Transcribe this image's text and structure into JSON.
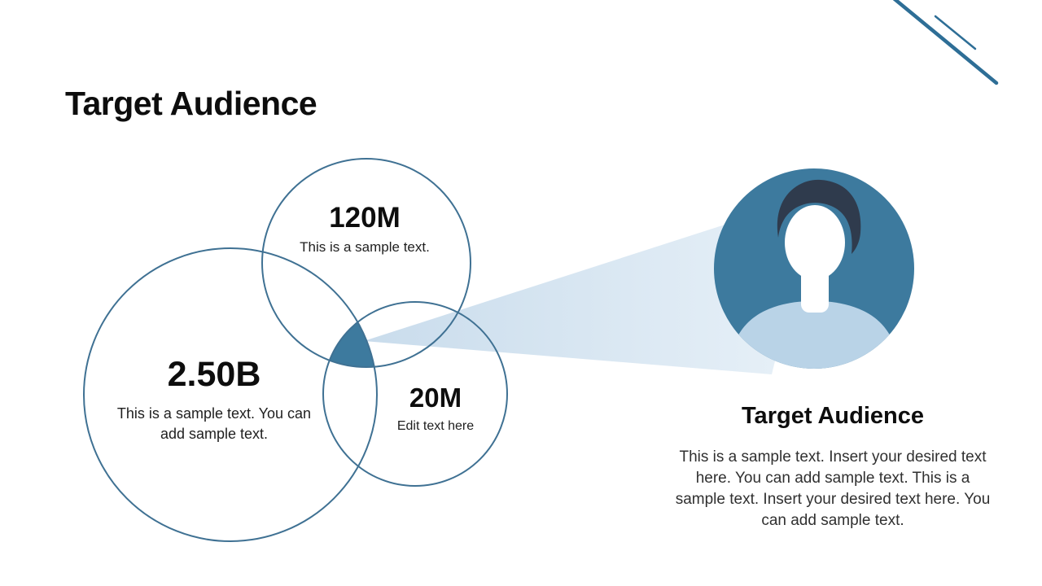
{
  "title": "Target Audience",
  "venn": {
    "top": {
      "value": "120M",
      "caption": "This is a sample text."
    },
    "left": {
      "value": "2.50B",
      "caption": "This is a sample text. You can add sample text."
    },
    "right": {
      "value": "20M",
      "caption": "Edit text here"
    }
  },
  "audience": {
    "heading": "Target Audience",
    "body": "This is a sample text. Insert your desired text here. You can add sample text. This is a sample text. Insert your desired text here. You can add sample text."
  },
  "icons": {
    "avatar": "person-avatar-icon",
    "decoration": "diagonal-lines-decoration"
  },
  "colors": {
    "accent": "#3d7a9e",
    "circle_stroke": "#3f7193",
    "beam_light": "#e8f1f8",
    "beam_dark": "#c9dcec",
    "avatar_background": "#3d7a9e",
    "avatar_body": "#b9d3e7",
    "avatar_hair": "#2f3b4d",
    "text_primary": "#0d0d0d",
    "text_body": "#303030"
  }
}
